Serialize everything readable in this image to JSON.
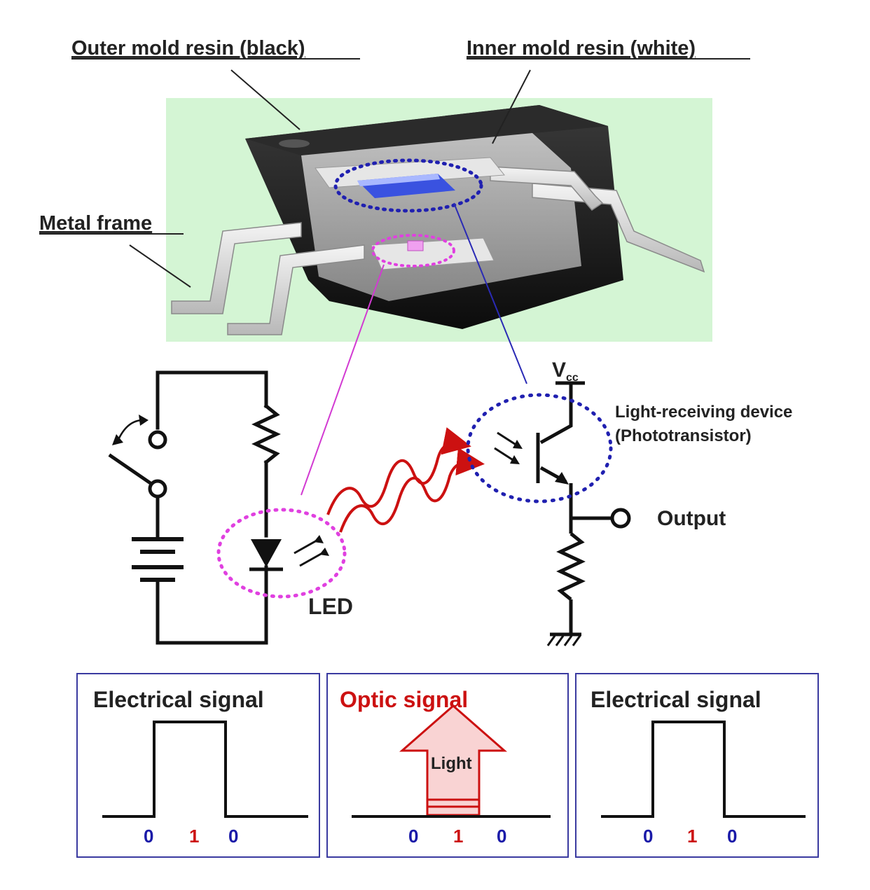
{
  "callouts": {
    "outer_mold": "Outer mold resin (black)",
    "inner_mold": "Inner mold resin (white)",
    "metal_frame": "Metal frame"
  },
  "circuit": {
    "vcc_main": "V",
    "vcc_sub": "cc",
    "receiver_line1": "Light-receiving device",
    "receiver_line2": "(Phototransistor)",
    "output": "Output",
    "led": "LED"
  },
  "panels": [
    {
      "title": "Electrical signal",
      "signal": [
        "0",
        "1",
        "0"
      ]
    },
    {
      "title": "Optic signal",
      "signal": [
        "0",
        "1",
        "0"
      ],
      "arrow_label": "Light"
    },
    {
      "title": "Electrical signal",
      "signal": [
        "0",
        "1",
        "0"
      ]
    }
  ],
  "colors": {
    "package_bg": "#d4f5d4",
    "mold_black": "#1c1c1c",
    "led_highlight": "#e040e0",
    "receiver_highlight": "#2020b0",
    "optical_wave": "#cc1111",
    "panel_border": "#3a3aa0",
    "zero_digit": "#1a1aa8",
    "one_digit": "#cc1111",
    "optic_title": "#cc1111"
  }
}
